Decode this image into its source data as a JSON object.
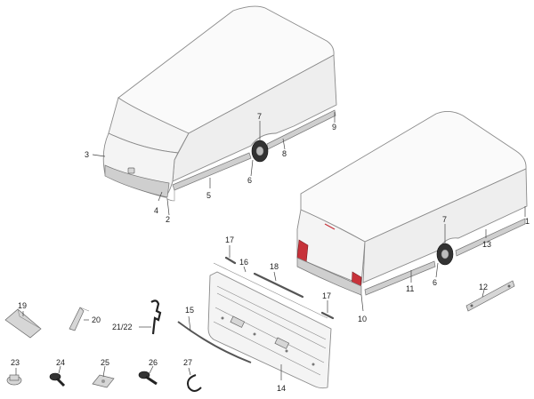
{
  "callouts": {
    "c1": "1",
    "c2": "2",
    "c3": "3",
    "c4": "4",
    "c5": "5",
    "c6a": "6",
    "c6b": "6",
    "c7a": "7",
    "c7b": "7",
    "c8": "8",
    "c9": "9",
    "c10": "10",
    "c11": "11",
    "c12": "12",
    "c13": "13",
    "c14": "14",
    "c15": "15",
    "c16": "16",
    "c17a": "17",
    "c17b": "17",
    "c18": "18",
    "c19": "19",
    "c20": "20",
    "c2122": "21/22",
    "c23": "23",
    "c24": "24",
    "c25": "25",
    "c26": "26",
    "c27": "27"
  }
}
